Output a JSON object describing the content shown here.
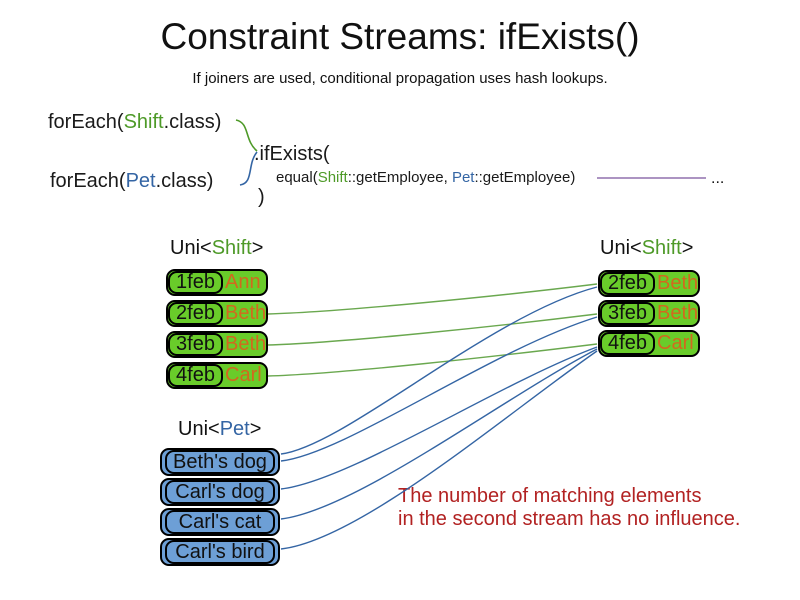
{
  "title": "Constraint Streams: ifExists()",
  "subtitle": "If joiners are used, conditional propagation uses hash lookups.",
  "code": {
    "foreach_shift": {
      "prefix": "forEach(",
      "class_name": "Shift",
      "suffix": ".class)"
    },
    "foreach_pet": {
      "prefix": "forEach(",
      "class_name": "Pet",
      "suffix": ".class)"
    },
    "if_exists": ".ifExists(",
    "equal": {
      "prefix": "equal(",
      "shift_ref": "Shift",
      "mid": "::getEmployee, ",
      "pet_ref": "Pet",
      "suffix": "::getEmployee)"
    },
    "close_paren": ")",
    "ellipsis": "..."
  },
  "left_shift_stream": {
    "label": {
      "prefix": "Uni<",
      "type": "Shift",
      "suffix": ">"
    },
    "rows": [
      {
        "date": "1feb",
        "employee": "Ann"
      },
      {
        "date": "2feb",
        "employee": "Beth"
      },
      {
        "date": "3feb",
        "employee": "Beth"
      },
      {
        "date": "4feb",
        "employee": "Carl"
      }
    ]
  },
  "right_shift_stream": {
    "label": {
      "prefix": "Uni<",
      "type": "Shift",
      "suffix": ">"
    },
    "rows": [
      {
        "date": "2feb",
        "employee": "Beth"
      },
      {
        "date": "3feb",
        "employee": "Beth"
      },
      {
        "date": "4feb",
        "employee": "Carl"
      }
    ]
  },
  "pet_stream": {
    "label": {
      "prefix": "Uni<",
      "type": "Pet",
      "suffix": ">"
    },
    "items": [
      "Beth's dog",
      "Carl's dog",
      "Carl's cat",
      "Carl's bird"
    ]
  },
  "note": {
    "line1": "The number of matching elements",
    "line2": "in the second stream has no influence."
  },
  "colors": {
    "shift_green_text": "#4e9a28",
    "pet_blue_text": "#3465a4",
    "box_green_fill": "#69cc2a",
    "box_blue_fill": "#6d9fd6",
    "employee_orange_text": "#d2691e",
    "connector_green": "#6aa84f",
    "connector_blue": "#3465a4",
    "joiner_purple": "#9070ad",
    "note_red": "#b22222"
  }
}
